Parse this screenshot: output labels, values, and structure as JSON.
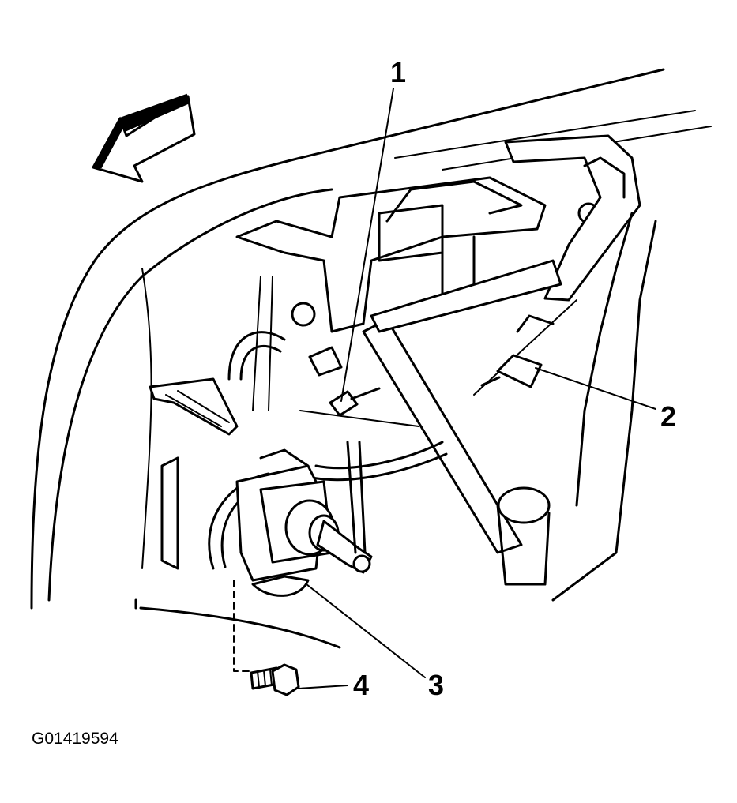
{
  "figure": {
    "callouts": [
      "1",
      "2",
      "3",
      "4"
    ],
    "figure_id": "G01419594",
    "arrow_direction": "left-front",
    "colors": {
      "ink": "#000000",
      "paper": "#ffffff"
    }
  }
}
